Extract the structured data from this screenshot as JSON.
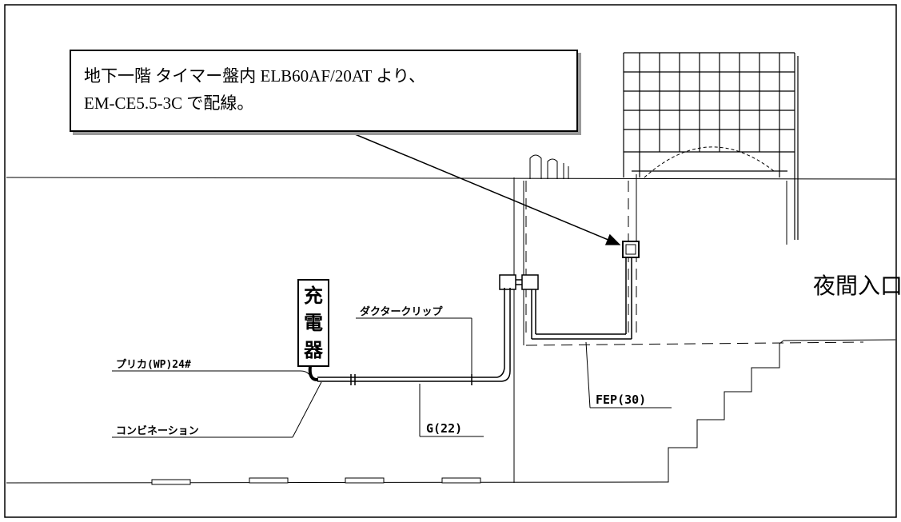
{
  "note": {
    "line1": "地下一階 タイマー盤内 ELB60AF/20AT より、",
    "line2": "EM-CE5.5-3C で配線。"
  },
  "labels": {
    "charger": [
      "充",
      "電",
      "器"
    ],
    "duct_clip": "ダクタークリップ",
    "prika": "プリカ(WP)24#",
    "combination": "コンビネーション",
    "g22": "G(22)",
    "fep30": "FEP(30)",
    "night_entrance": "夜間入口"
  }
}
